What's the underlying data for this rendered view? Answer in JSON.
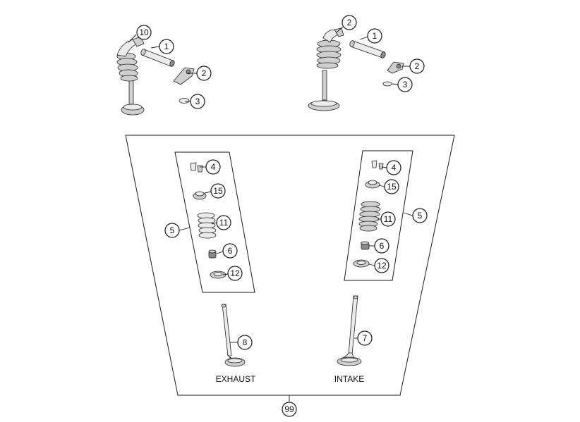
{
  "callouts": {
    "tl_10": "10",
    "tl_1": "1",
    "tl_2": "2",
    "tl_3": "3",
    "tr_2a": "2",
    "tr_1": "1",
    "tr_2b": "2",
    "tr_3": "3",
    "ex_4": "4",
    "ex_15": "15",
    "ex_5": "5",
    "ex_11": "11",
    "ex_6": "6",
    "ex_12": "12",
    "ex_8": "8",
    "in_4": "4",
    "in_15": "15",
    "in_5": "5",
    "in_11": "11",
    "in_6": "6",
    "in_12": "12",
    "in_7": "7",
    "kit_99": "99"
  },
  "labels": {
    "exhaust": "EXHAUST",
    "intake": "INTAKE"
  },
  "colors": {
    "line": "#1a1a1a",
    "part_fill": "#cfcfcf",
    "background": "#ffffff"
  }
}
